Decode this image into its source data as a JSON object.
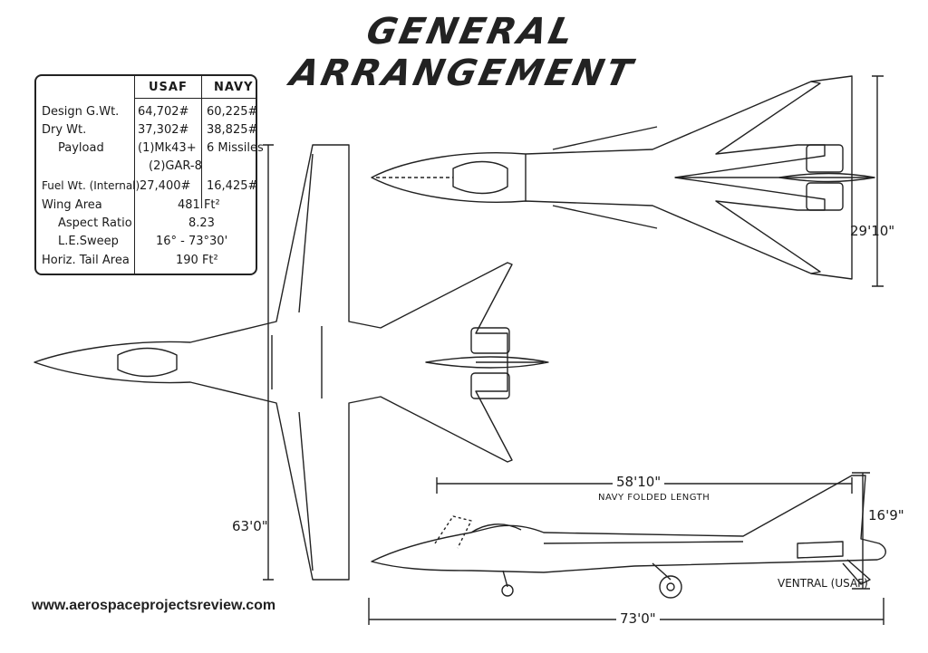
{
  "title": "GENERAL ARRANGEMENT",
  "specs": {
    "headers": {
      "usaf": "USAF",
      "navy": "NAVY"
    },
    "rows": [
      {
        "label": "Design G.Wt.",
        "usaf": "64,702#",
        "navy": "60,225#"
      },
      {
        "label": "Dry Wt.",
        "usaf": "37,302#",
        "navy": "38,825#"
      },
      {
        "label": "Payload",
        "usaf": "(1)Mk43+",
        "navy": "6 Missiles"
      },
      {
        "label": "",
        "usaf": "(2)GAR-8",
        "navy": ""
      },
      {
        "label": "Fuel Wt. (Internal)",
        "usaf": "27,400#",
        "navy": "16,425#"
      },
      {
        "label": "Wing Area",
        "span": "481 Ft²"
      },
      {
        "label": "Aspect Ratio",
        "span": "8.23"
      },
      {
        "label": "L.E.Sweep",
        "span": "16° - 73°30'"
      },
      {
        "label": "Horiz. Tail Area",
        "span": "190 Ft²"
      }
    ]
  },
  "dimensions": {
    "span_folded": "29'10\"",
    "span_extended": "63'0\"",
    "folded_length": "58'10\"",
    "folded_length_caption": "NAVY FOLDED LENGTH",
    "height": "16'9\"",
    "overall_length": "73'0\"",
    "ventral_note": "VENTRAL (USAF)"
  },
  "website": "www.aerospaceprojectsreview.com"
}
